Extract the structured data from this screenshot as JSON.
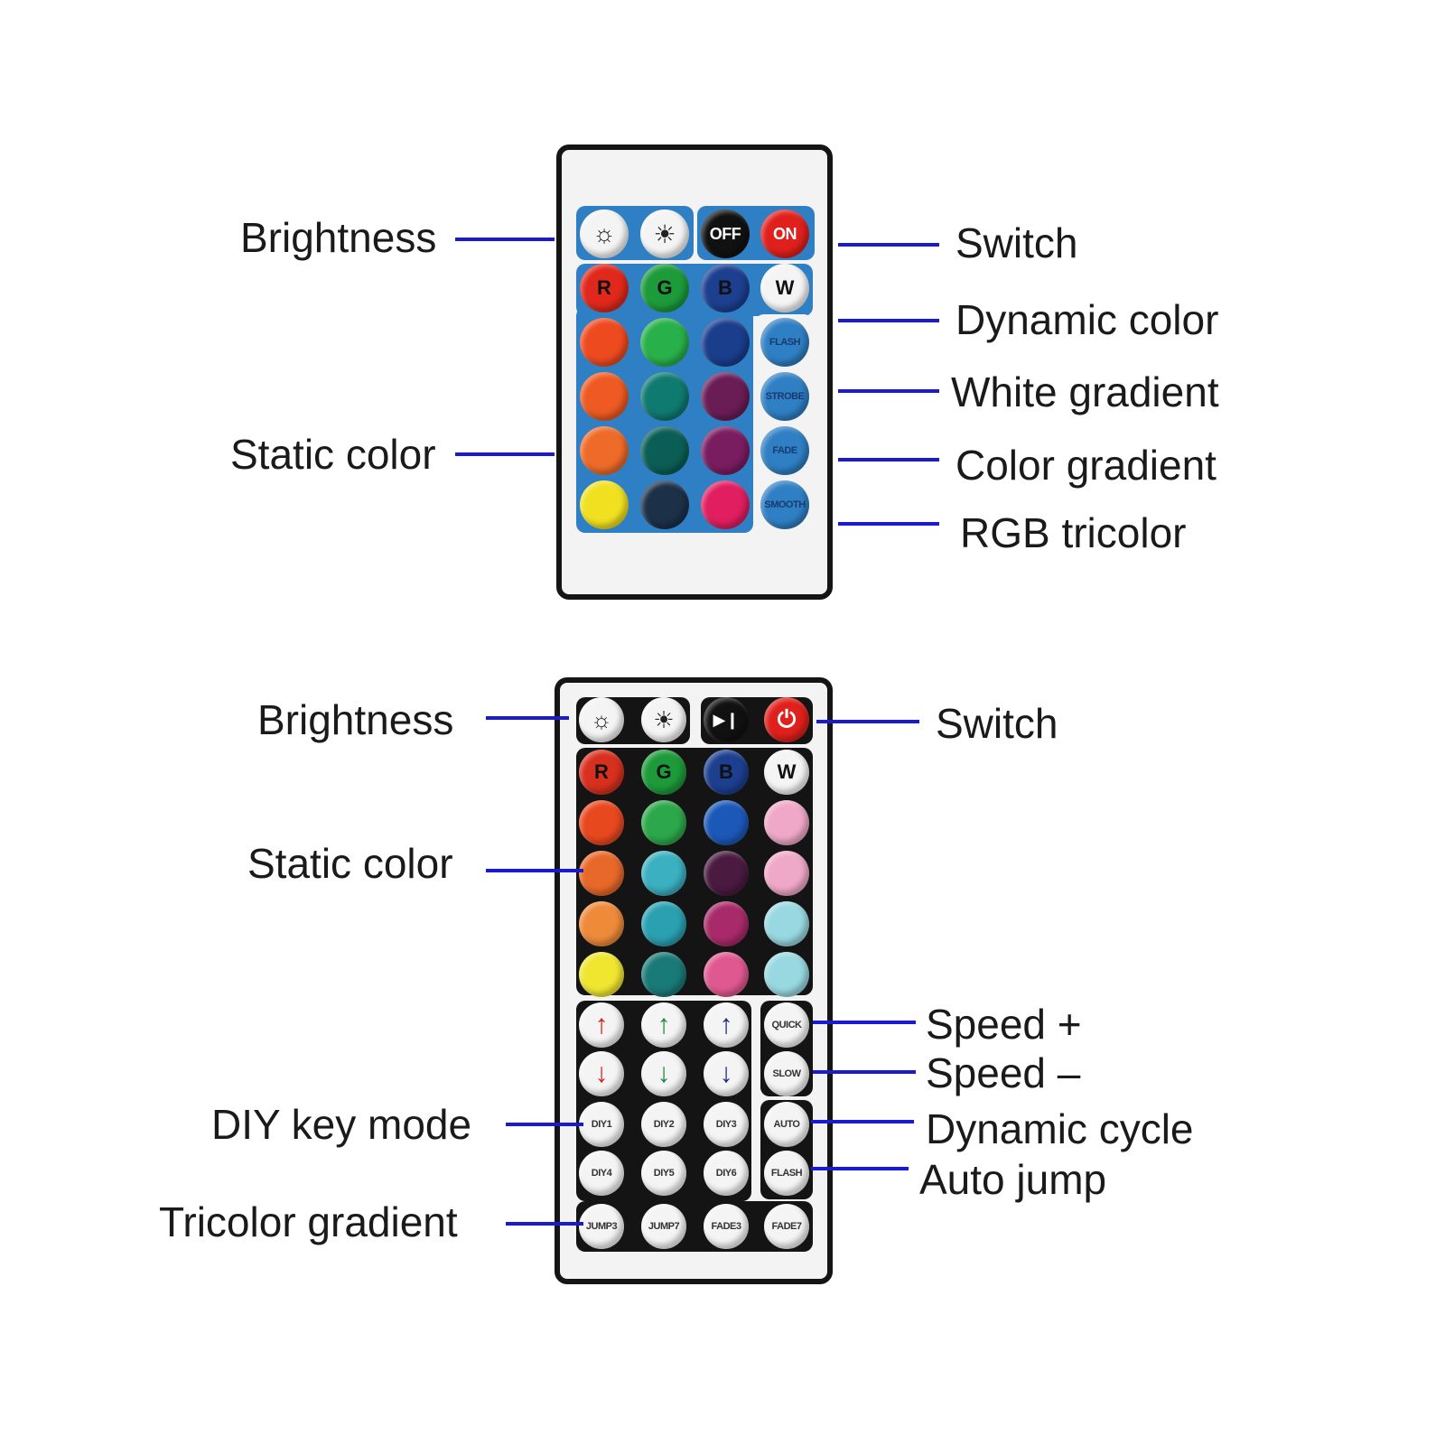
{
  "labels": {
    "top": {
      "brightness": "Brightness",
      "static_color": "Static color",
      "switch": "Switch",
      "dynamic_color": "Dynamic color",
      "white_gradient": "White gradient",
      "color_gradient": "Color gradient",
      "rgb_tricolor": "RGB tricolor"
    },
    "bottom": {
      "brightness": "Brightness",
      "static_color": "Static color",
      "diy_key_mode": "DIY key mode",
      "tricolor_gradient": "Tricolor gradient",
      "switch": "Switch",
      "speed_plus": "Speed +",
      "speed_minus": "Speed –",
      "dynamic_cycle": "Dynamic cycle",
      "auto_jump": "Auto jump"
    }
  },
  "remote24": {
    "top_row": [
      "",
      "",
      "OFF",
      "ON"
    ],
    "rgbw": [
      "R",
      "G",
      "B",
      "W"
    ],
    "modes": [
      "FLASH",
      "STROBE",
      "FADE",
      "SMOOTH"
    ]
  },
  "remote44": {
    "top_row": [
      "",
      "",
      "▶❙",
      "⏻"
    ],
    "rgbw": [
      "R",
      "G",
      "B",
      "W"
    ],
    "speed": [
      "QUICK",
      "SLOW"
    ],
    "auto": [
      "AUTO",
      "FLASH"
    ],
    "diy": [
      "DIY1",
      "DIY2",
      "DIY3",
      "DIY4",
      "DIY5",
      "DIY6"
    ],
    "bottom": [
      "JUMP3",
      "JUMP7",
      "FADE3",
      "FADE7"
    ]
  },
  "colors": {
    "line": "#1a1ad0",
    "panel_blue": "#2f7fc4",
    "panel_black": "#141414"
  }
}
